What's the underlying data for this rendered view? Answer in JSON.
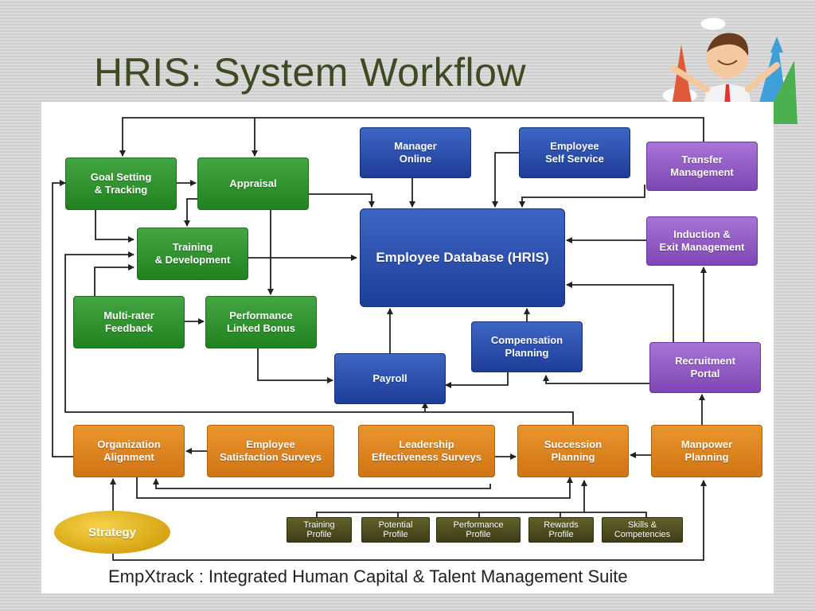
{
  "slide": {
    "title": "HRIS: System Workflow",
    "footer": "EmpXtrack : Integrated Human Capital & Talent Management Suite"
  },
  "nodes": {
    "goal_setting": "Goal Setting\n& Tracking",
    "appraisal": "Appraisal",
    "training_development": "Training\n& Development",
    "multi_rater": "Multi-rater\nFeedback",
    "performance_bonus": "Performance\nLinked Bonus",
    "manager_online": "Manager\nOnline",
    "employee_self_service": "Employee\nSelf Service",
    "employee_database": "Employee Database (HRIS)",
    "compensation_planning": "Compensation\nPlanning",
    "payroll": "Payroll",
    "transfer_management": "Transfer\nManagement",
    "induction_exit": "Induction &\nExit Management",
    "recruitment_portal": "Recruitment\nPortal",
    "organization_alignment": "Organization\nAlignment",
    "satisfaction_surveys": "Employee\nSatisfaction Surveys",
    "leadership_surveys": "Leadership\nEffectiveness Surveys",
    "succession_planning": "Succession\nPlanning",
    "manpower_planning": "Manpower\nPlanning",
    "strategy": "Strategy",
    "training_profile": "Training\nProfile",
    "potential_profile": "Potential\nProfile",
    "performance_profile": "Performance\nProfile",
    "rewards_profile": "Rewards\nProfile",
    "skills_competencies": "Skills &\nCompetencies"
  },
  "colors": {
    "green": "#2a8f2a",
    "blue": "#2a4fae",
    "purple": "#8f56c2",
    "orange": "#e0861f",
    "olive": "#4d4c1f",
    "strategy": "#e8bd2a",
    "title": "#3d4a22"
  }
}
